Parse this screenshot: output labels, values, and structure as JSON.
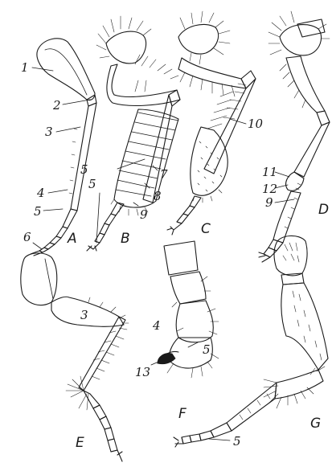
{
  "panels": {
    "A": "A",
    "B": "B",
    "C": "C",
    "D": "D",
    "E": "E",
    "F": "F",
    "G": "G"
  },
  "numbers": {
    "n1": "1",
    "n2": "2",
    "n3": "3",
    "n4": "4",
    "n5": "5",
    "n6": "6",
    "n7": "7",
    "n8": "8",
    "n9": "9",
    "n10": "10",
    "n11": "11",
    "n12": "12",
    "n13": "13"
  }
}
